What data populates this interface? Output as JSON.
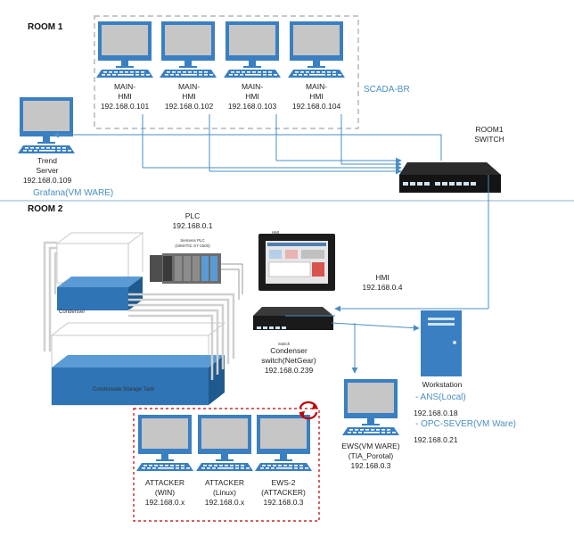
{
  "room1": {
    "title": "ROOM 1",
    "scada_label": "SCADA-BR",
    "hmis": [
      {
        "line1": "MAIN-",
        "line2": "HMI",
        "ip": "192.168.0.101"
      },
      {
        "line1": "MAIN-",
        "line2": "HMI",
        "ip": "192.168.0.102"
      },
      {
        "line1": "MAIN-",
        "line2": "HMI",
        "ip": "192.168.0.103"
      },
      {
        "line1": "MAIN-",
        "line2": "HMI",
        "ip": "192.168.0.104"
      }
    ],
    "trend": {
      "line1": "Trend",
      "line2": "Server",
      "ip": "192.168.0.109",
      "note": "Grafana(VM WARE)"
    },
    "switch": {
      "line1": "ROOM1",
      "line2": "SWITCH"
    }
  },
  "room2": {
    "title": "ROOM 2",
    "plc": {
      "line1": "PLC",
      "line2": "192.168.0.1",
      "device_line1": "Siemens PLC",
      "device_line2": "(SIMATIC S7-1500)"
    },
    "hmi_device_caption": "HMI",
    "hmi": {
      "line1": "HMI",
      "line2": "192.168.0.4"
    },
    "condenser_tag": "Condenser",
    "tank_tag": "Condensate Storage Tank",
    "switch_device_caption": "Switch",
    "condenser_switch": {
      "line1": "Condenser",
      "line2": "switch(NetGear)",
      "ip": "192.168.0.239"
    },
    "workstation": {
      "title": "Workstation",
      "item1": "- ANS(Local)",
      "ip1": "192.168.0.18",
      "item2": "- OPC-SEVER(VM Ware)",
      "ip2": "192.168.0.21"
    },
    "ews": {
      "line1": "EWS(VM WARE)",
      "line2": "(TIA_Porotal)",
      "ip": "192.168.0.3"
    },
    "attackers": [
      {
        "line1": "ATTACKER",
        "line2": "(WIN)",
        "ip": "192.168.0.x"
      },
      {
        "line1": "ATTACKER",
        "line2": "(Linux)",
        "ip": "192.168.0.x"
      },
      {
        "line1": "EWS-2",
        "line2": "(ATTACKER)",
        "ip": "192.168.0.3"
      }
    ]
  },
  "colors": {
    "wire": "#4a8fc4",
    "computer": "#3a7fc1",
    "screen": "#c6c6c6",
    "attack_box": "#c00000",
    "divider": "#8eb4d6"
  }
}
